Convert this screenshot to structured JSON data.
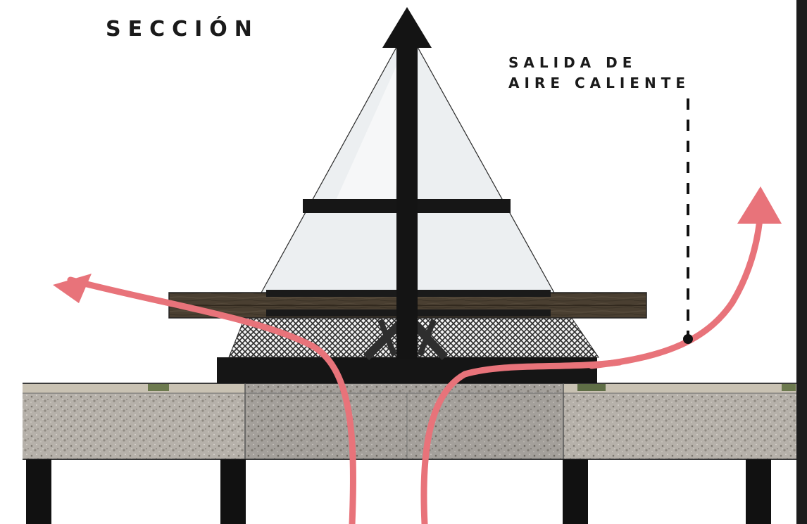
{
  "diagram": {
    "title": "SECCIÓN",
    "annotation": {
      "line1": "SALIDA DE",
      "line2": "AIRE CALIENTE"
    },
    "colors": {
      "airflow": "#e8737a",
      "frame": "#141414",
      "glass": "#e9ecee",
      "timber": "#4a3f31",
      "concrete": "#b0aba4",
      "mesh": "#2b2b2b"
    }
  }
}
